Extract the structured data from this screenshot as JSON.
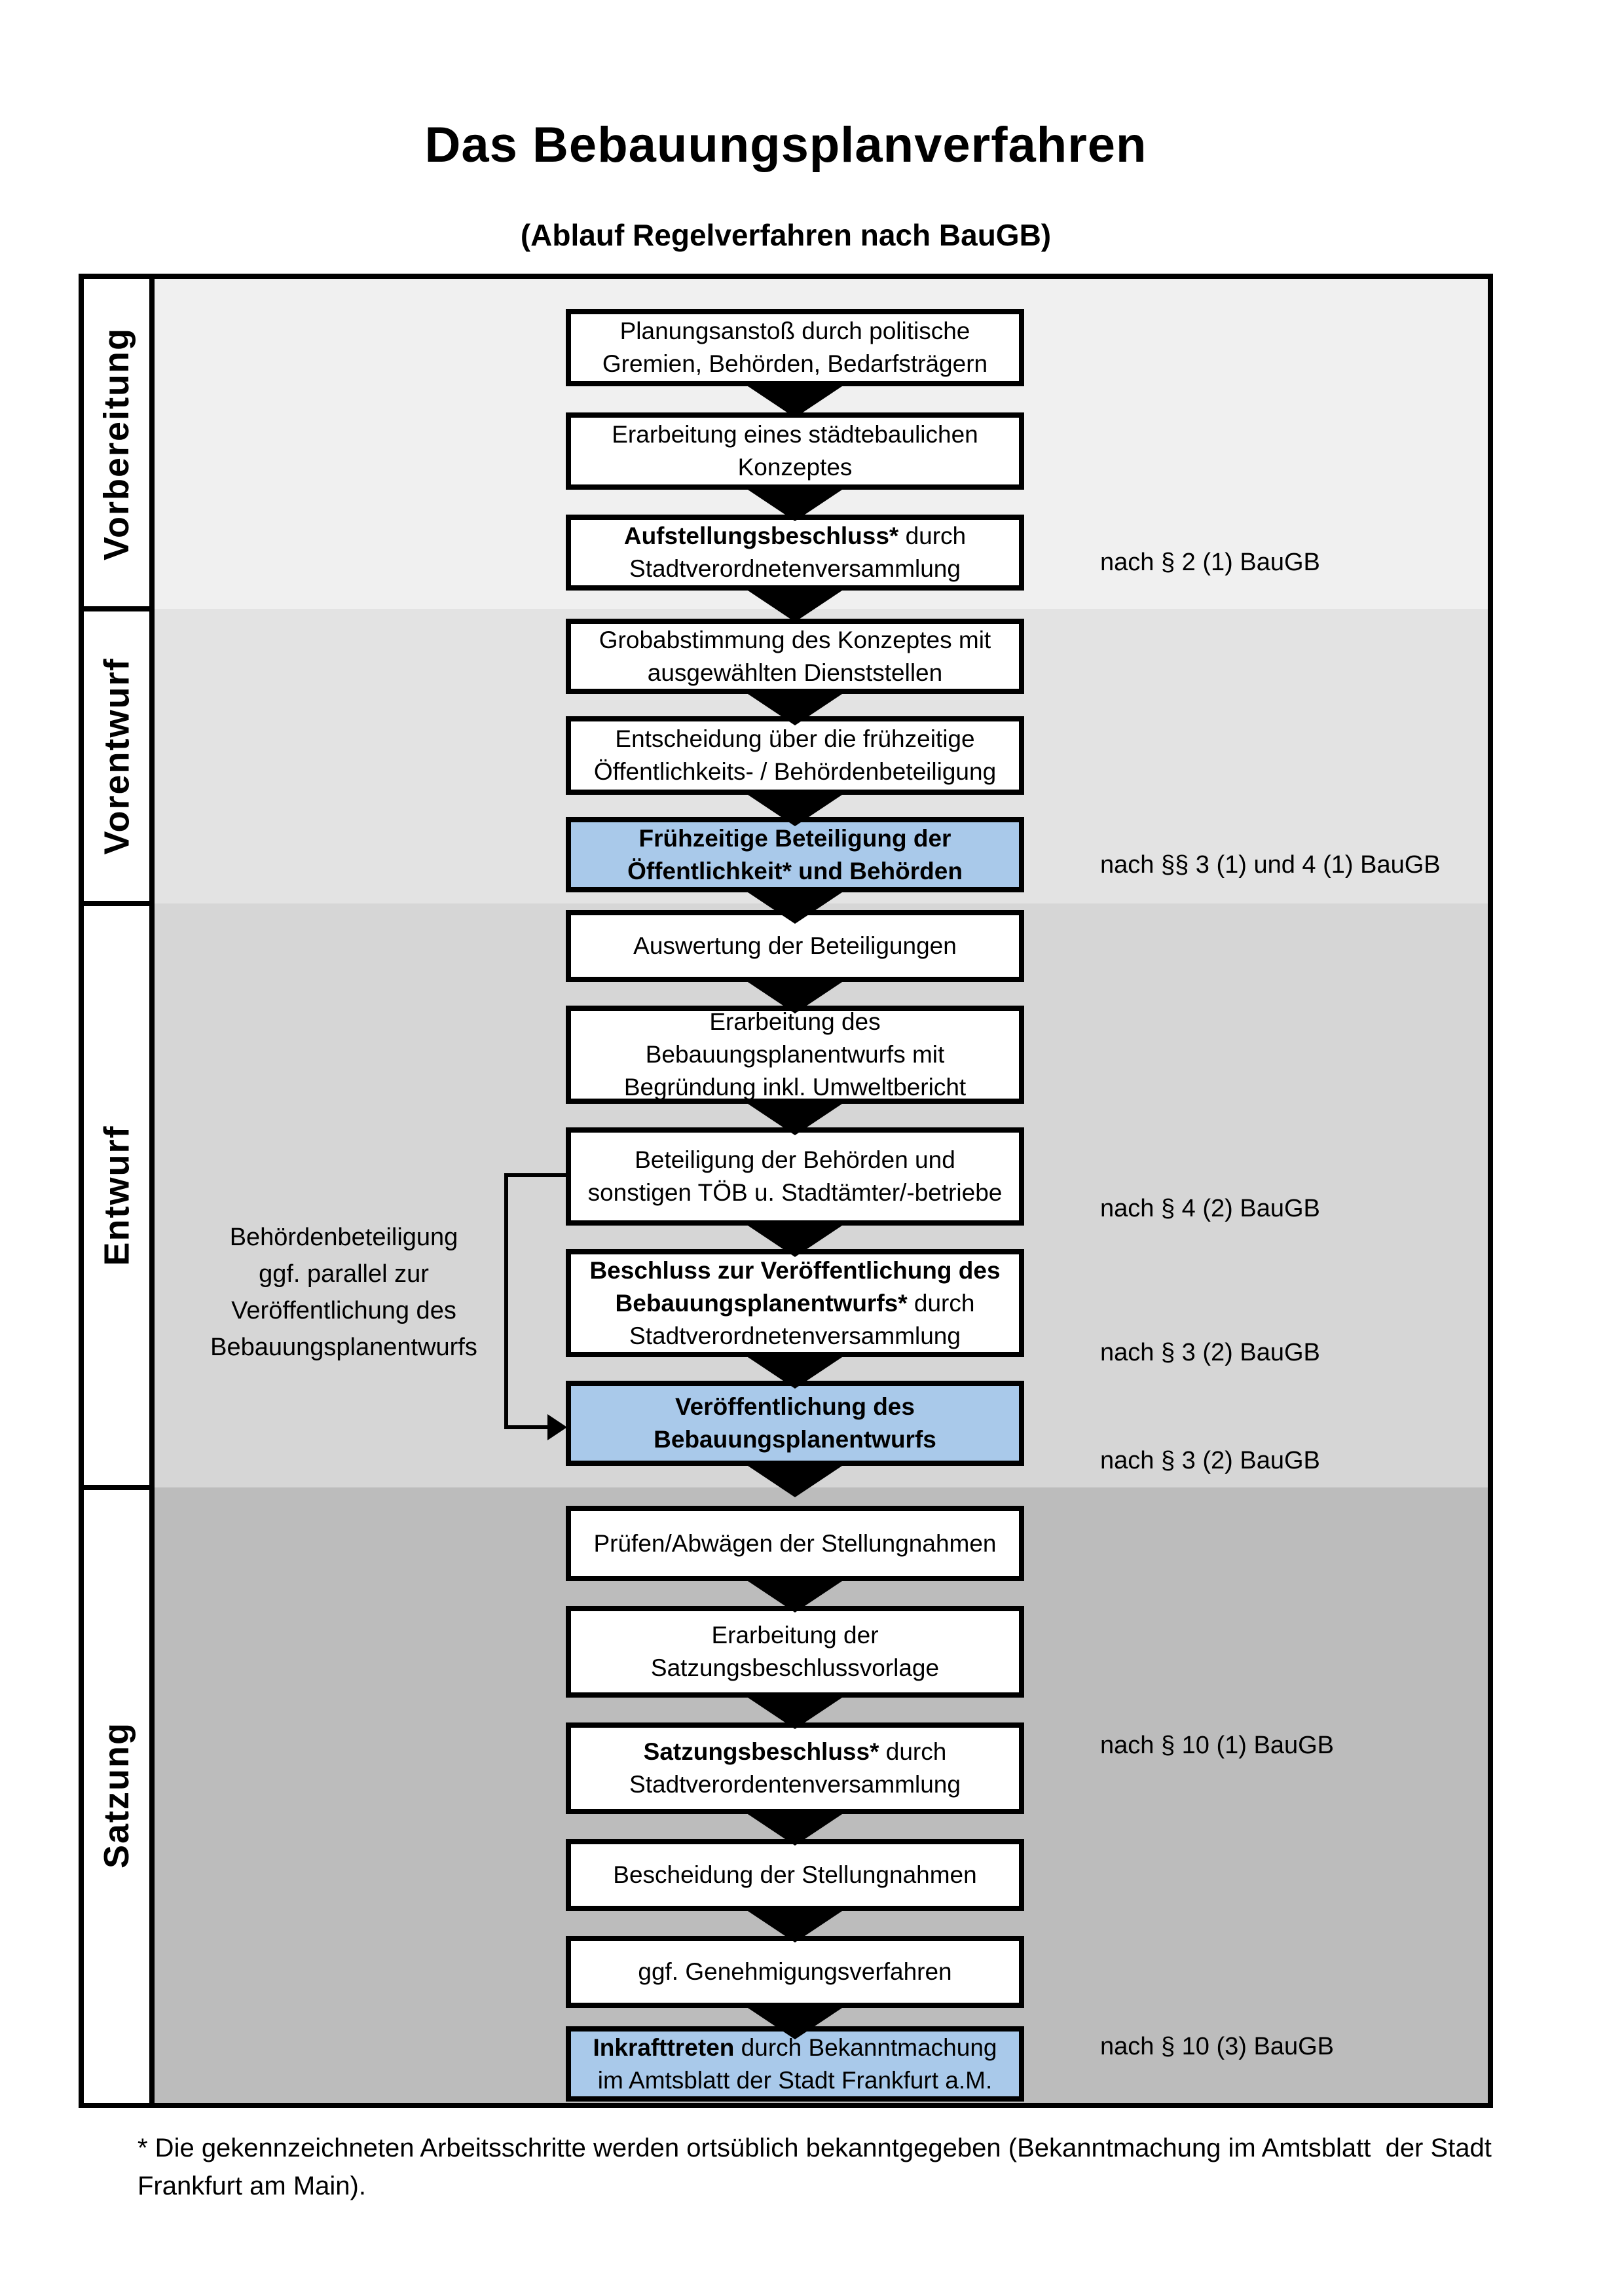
{
  "title": "Das Bebauungsplanverfahren",
  "subtitle": "(Ablauf Regelverfahren nach BauGB)",
  "phases": [
    {
      "label": "Vorbereitung"
    },
    {
      "label": "Vorentwurf"
    },
    {
      "label": "Entwurf"
    },
    {
      "label": "Satzung"
    }
  ],
  "boxes": [
    {
      "lines": [
        [
          {
            "t": "Planungsanstoß durch politische"
          }
        ],
        [
          {
            "t": "Gremien, Behörden, Bedarfsträgern"
          }
        ]
      ]
    },
    {
      "lines": [
        [
          {
            "t": "Erarbeitung eines städtebaulichen"
          }
        ],
        [
          {
            "t": "Konzeptes"
          }
        ]
      ]
    },
    {
      "lines": [
        [
          {
            "t": "Aufstellungsbeschluss*",
            "b": true
          },
          {
            "t": " durch"
          }
        ],
        [
          {
            "t": "Stadtverordnetenversammlung"
          }
        ]
      ]
    },
    {
      "lines": [
        [
          {
            "t": "Grobabstimmung des Konzeptes mit"
          }
        ],
        [
          {
            "t": "ausgewählten Dienststellen"
          }
        ]
      ]
    },
    {
      "lines": [
        [
          {
            "t": "Entscheidung über die frühzeitige"
          }
        ],
        [
          {
            "t": "Öffentlichkeits- / Behördenbeteiligung"
          }
        ]
      ]
    },
    {
      "highlight": true,
      "lines": [
        [
          {
            "t": "Frühzeitige Beteiligung der",
            "b": true
          }
        ],
        [
          {
            "t": "Öffentlichkeit* und Behörden",
            "b": true
          }
        ]
      ]
    },
    {
      "lines": [
        [
          {
            "t": "Auswertung der Beteiligungen"
          }
        ]
      ]
    },
    {
      "lines": [
        [
          {
            "t": "Erarbeitung des"
          }
        ],
        [
          {
            "t": "Bebauungsplanentwurfs mit"
          }
        ],
        [
          {
            "t": "Begründung inkl. Umweltbericht"
          }
        ]
      ]
    },
    {
      "lines": [
        [
          {
            "t": "Beteiligung der Behörden und"
          }
        ],
        [
          {
            "t": "sonstigen TÖB u. Stadtämter/-betriebe"
          }
        ]
      ]
    },
    {
      "lines": [
        [
          {
            "t": "Beschluss zur Veröffentlichung des",
            "b": true
          }
        ],
        [
          {
            "t": "Bebauungsplanentwurfs*",
            "b": true
          },
          {
            "t": " durch"
          }
        ],
        [
          {
            "t": "Stadtverordnetenversammlung"
          }
        ]
      ]
    },
    {
      "highlight": true,
      "lines": [
        [
          {
            "t": "Veröffentlichung des",
            "b": true
          }
        ],
        [
          {
            "t": "Bebauungsplanentwurfs",
            "b": true
          }
        ]
      ]
    },
    {
      "lines": [
        [
          {
            "t": "Prüfen/Abwägen der Stellungnahmen"
          }
        ]
      ]
    },
    {
      "lines": [
        [
          {
            "t": "Erarbeitung der"
          }
        ],
        [
          {
            "t": "Satzungsbeschlussvorlage"
          }
        ]
      ]
    },
    {
      "lines": [
        [
          {
            "t": "Satzungsbeschluss*",
            "b": true
          },
          {
            "t": " durch"
          }
        ],
        [
          {
            "t": "Stadtverordentenversammlung"
          }
        ]
      ]
    },
    {
      "lines": [
        [
          {
            "t": "Bescheidung der Stellungnahmen"
          }
        ]
      ]
    },
    {
      "lines": [
        [
          {
            "t": "ggf. Genehmigungsverfahren"
          }
        ]
      ]
    },
    {
      "highlight": true,
      "lines": [
        [
          {
            "t": "Inkrafttreten",
            "b": true
          },
          {
            "t": " durch Bekanntmachung"
          }
        ],
        [
          {
            "t": "im Amtsblatt der Stadt Frankfurt a.M."
          }
        ]
      ]
    }
  ],
  "annotations": [
    {
      "text": "nach § 2 (1) BauGB"
    },
    {
      "text": "nach §§ 3 (1) und 4 (1) BauGB"
    },
    {
      "text": "nach § 4 (2) BauGB"
    },
    {
      "text": "nach § 3 (2) BauGB"
    },
    {
      "text": "nach § 3 (2) BauGB"
    },
    {
      "text": "nach § 10 (1) BauGB"
    },
    {
      "text": "nach § 10 (3) BauGB"
    }
  ],
  "side_note": {
    "lines": [
      "Behördenbeteiligung",
      "ggf. parallel zur",
      "Veröffentlichung des",
      "Bebauungsplanentwurfs"
    ]
  },
  "footnote_lines": [
    "* Die gekennzeichneten Arbeitsschritte werden ortsüblich bekanntgegeben (Bekanntmachung im Amtsblatt  der Stadt",
    "Frankfurt am Main)."
  ],
  "colors": {
    "highlight": "#a9c9ea",
    "section_bgs": [
      "#f0f0f0",
      "#e3e3e3",
      "#d6d6d6",
      "#bcbcbc"
    ],
    "border": "#000000"
  }
}
